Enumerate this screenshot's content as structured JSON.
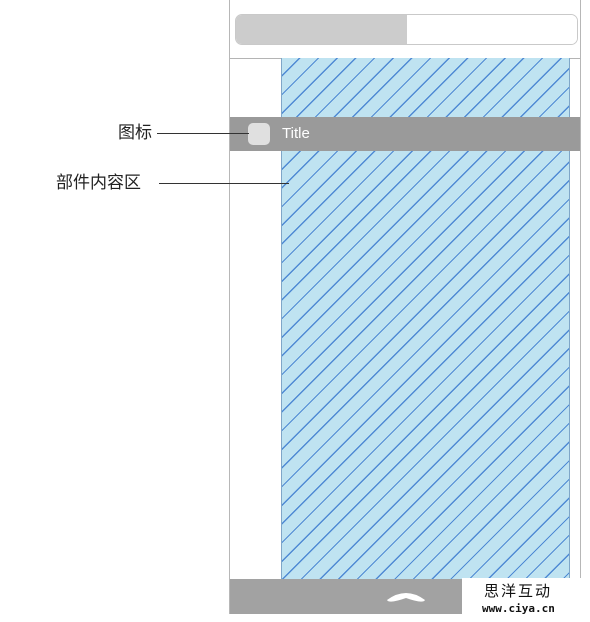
{
  "callouts": {
    "icon_label": "图标",
    "content_label": "部件内容区"
  },
  "widget": {
    "segmented_fill_fraction": 0.5,
    "title": "Title",
    "content_fill_color": "#bfe3f1",
    "hatch_color": "#4f8ad4",
    "bar_color": "#9a9a9a"
  },
  "watermark": {
    "brand": "思洋互动",
    "url": "www.ciya.cn"
  }
}
